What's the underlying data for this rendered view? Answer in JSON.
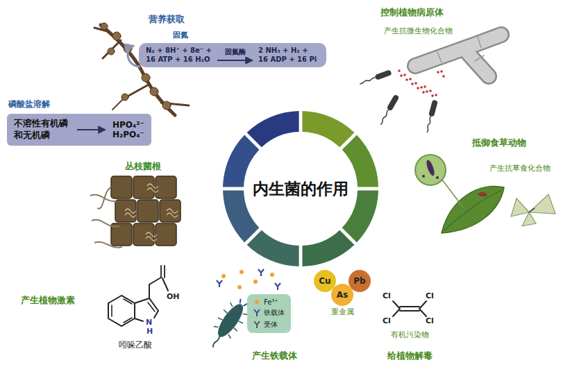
{
  "diagram": {
    "nodes": [
      {
        "text": [
          "内生菌的作用"
        ]
      },
      {
        "text": [
          "N₂ + 8H⁺ + 8e⁻ + 16 ATP + 16 H₂O",
          "固氮酶",
          "2 NH₃ + H₂ + 16 ADP + 16 Pi"
        ]
      },
      {
        "text": [
          "不溶性有机磷和无机磷",
          "HPO₄²⁻",
          "H₂PO₄⁻"
        ]
      },
      {
        "text": [
          "Fe³⁺",
          "铁载体",
          "受体"
        ]
      },
      {
        "text": [
          "Cu"
        ]
      },
      {
        "text": [
          "As"
        ]
      },
      {
        "text": [
          "Pb"
        ]
      }
    ],
    "labels": [
      "营养获取",
      "固氮",
      "磷酸盐溶解",
      "丛枝菌根",
      "产生植物激素",
      "OH",
      "N",
      "H",
      "吲哚乙酸",
      "产生铁载体",
      "重金属",
      "Cl",
      "Cl",
      "Cl",
      "Cl",
      "有机污染物",
      "给植物解毒",
      "抵御食草动物",
      "产生抗草食化合物",
      "控制植物病原体",
      "产生抗微生物化合物"
    ]
  }
}
